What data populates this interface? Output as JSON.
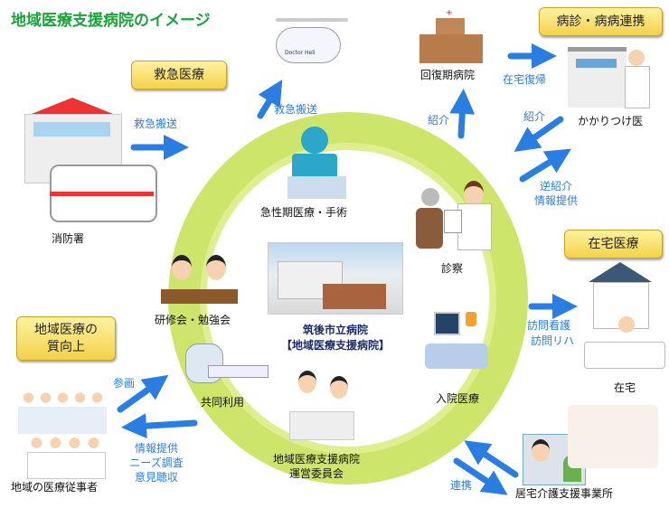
{
  "title": "地域医療支援病院のイメージ",
  "boxes": {
    "emergency": "救急医療",
    "clinic_link": "病診・病病連携",
    "home_care": "在宅医療",
    "quality_line1": "地域医療の",
    "quality_line2": "質向上"
  },
  "center": {
    "hospital": "筑後市立病院",
    "role": "【地域医療支援病院】"
  },
  "nodes": {
    "fire": "消防署",
    "helicopter": "Doctor Heli",
    "acute": "急性期医療・手術",
    "recovery": "回復期病院",
    "gp": "かかりつけ医",
    "exam": "診察",
    "training": "研修会・勉強会",
    "shared": "共同利用",
    "inpatient": "入院医療",
    "home": "在宅",
    "staff": "地域の医療従事者",
    "committee_line1": "地域医療支援病院",
    "committee_line2": "運営委員会",
    "care_office": "居宅介護支援事業所"
  },
  "arrows": {
    "transport1": "救急搬送",
    "transport2": "救急搬送",
    "refer1": "紹介",
    "return_home": "在宅復帰",
    "refer2": "紹介",
    "reverse_line1": "逆紹介",
    "reverse_line2": "情報提供",
    "visit_line1": "訪問看護",
    "visit_line2": "訪問リハ",
    "participate": "参画",
    "info_line1": "情報提供",
    "info_line2": "ニーズ調査",
    "info_line3": "意見聴収",
    "cooperation": "連携"
  },
  "colors": {
    "title": "#1aa33a",
    "arrow": "#2a7de1",
    "ring": "#c8e25a"
  }
}
